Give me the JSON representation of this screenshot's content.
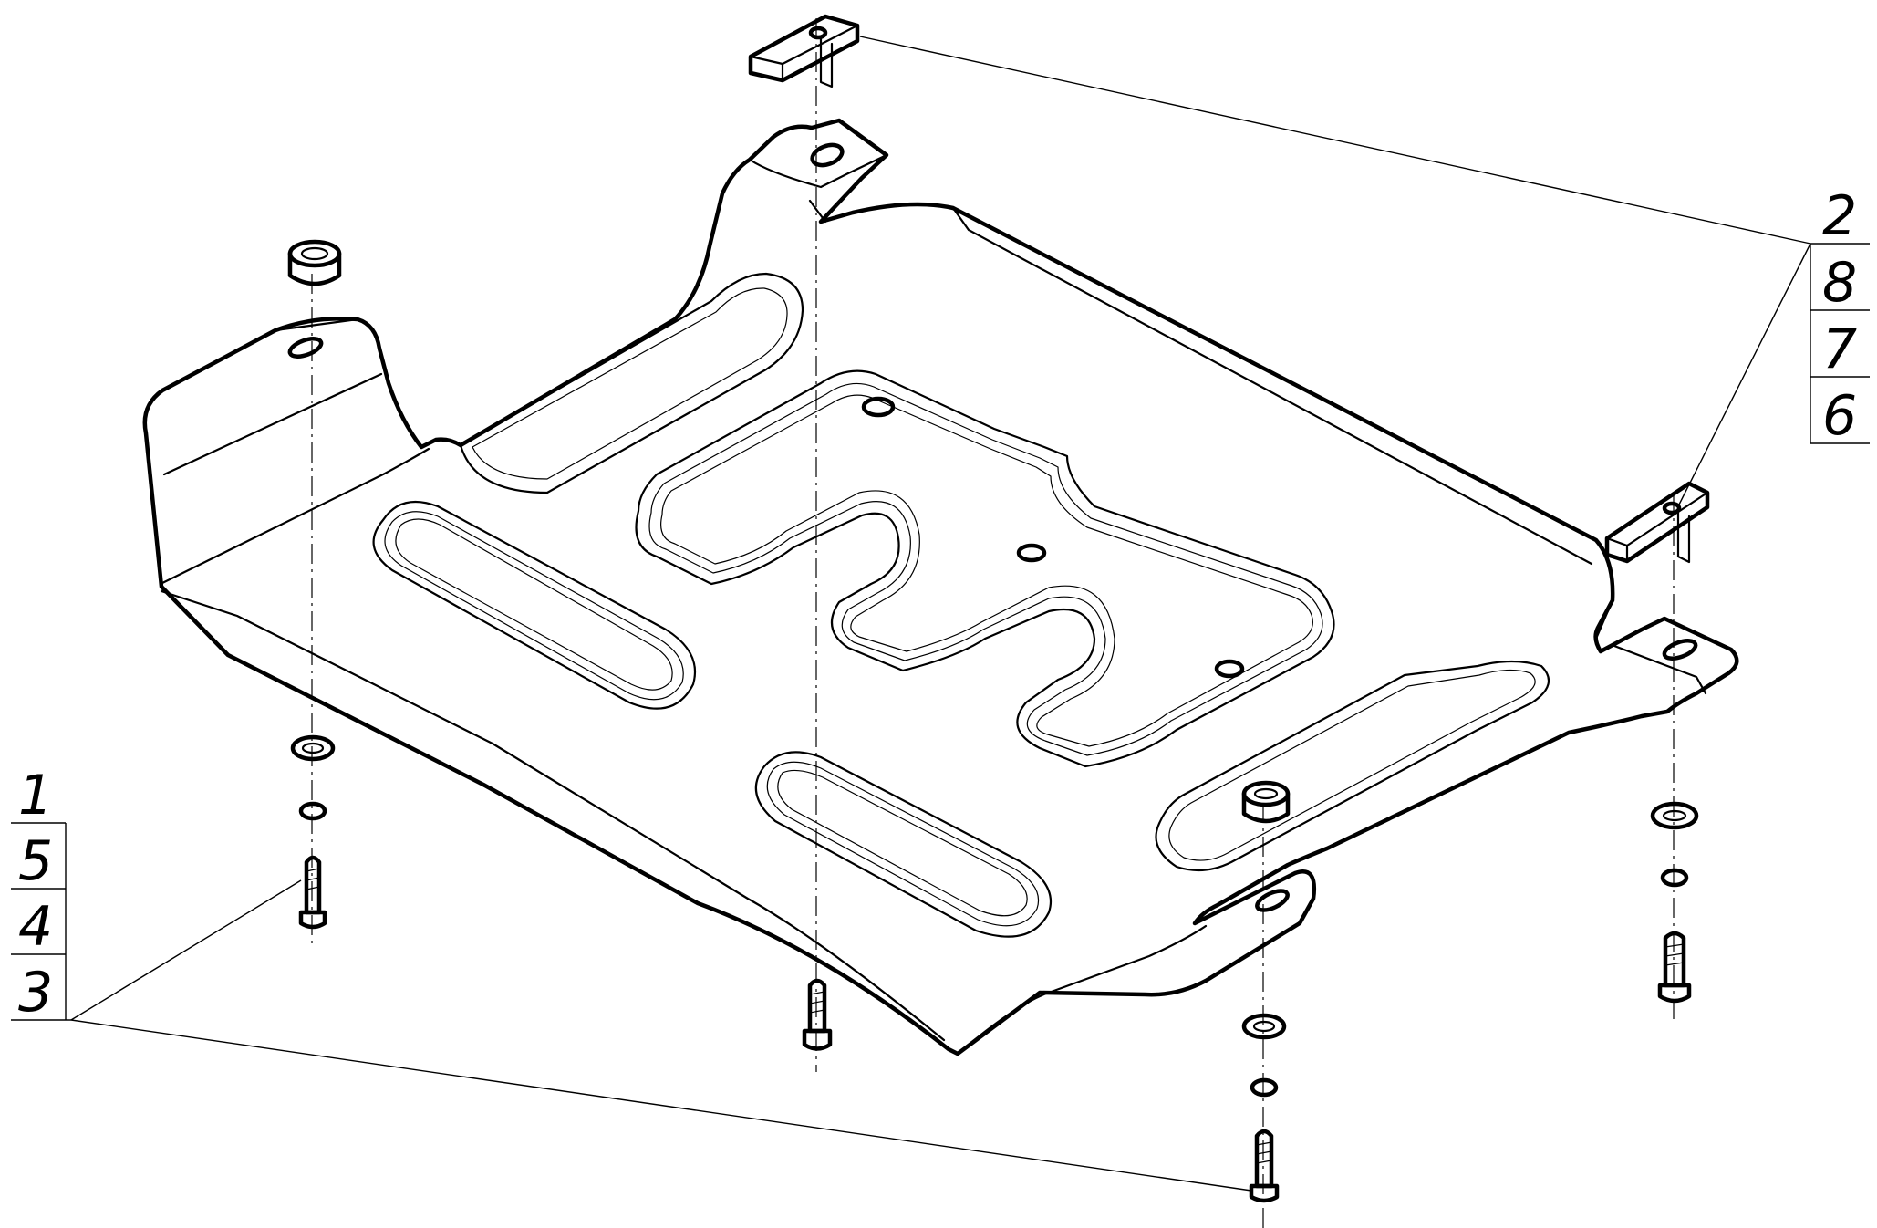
{
  "callouts": {
    "left_stack": [
      "1",
      "5",
      "4",
      "3"
    ],
    "right_stack": [
      "2",
      "8",
      "7",
      "6"
    ]
  },
  "colors": {
    "line": "#000000",
    "background": "#ffffff"
  }
}
